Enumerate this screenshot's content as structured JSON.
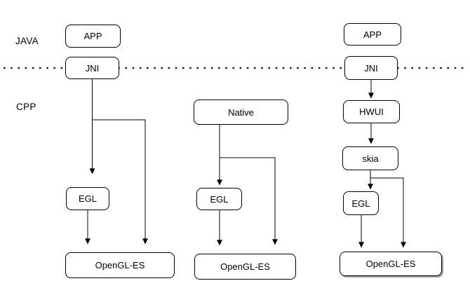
{
  "layers": {
    "java": "JAVA",
    "cpp": "CPP"
  },
  "columns": [
    {
      "nodes": [
        {
          "id": "app",
          "label": "APP"
        },
        {
          "id": "jni",
          "label": "JNI"
        },
        {
          "id": "egl",
          "label": "EGL"
        },
        {
          "id": "opengl-es",
          "label": "OpenGL-ES"
        }
      ]
    },
    {
      "nodes": [
        {
          "id": "native",
          "label": "Native"
        },
        {
          "id": "egl",
          "label": "EGL"
        },
        {
          "id": "opengl-es",
          "label": "OpenGL-ES"
        }
      ]
    },
    {
      "nodes": [
        {
          "id": "app",
          "label": "APP"
        },
        {
          "id": "jni",
          "label": "JNI"
        },
        {
          "id": "hwui",
          "label": "HWUI"
        },
        {
          "id": "skia",
          "label": "skia"
        },
        {
          "id": "egl",
          "label": "EGL"
        },
        {
          "id": "opengl-es",
          "label": "OpenGL-ES"
        }
      ]
    }
  ],
  "edges": [
    {
      "from": "col1.jni",
      "to": "col1.egl"
    },
    {
      "from": "col1.jni",
      "to": "col1.opengl-es"
    },
    {
      "from": "col1.egl",
      "to": "col1.opengl-es"
    },
    {
      "from": "col2.native",
      "to": "col2.egl"
    },
    {
      "from": "col2.native",
      "to": "col2.opengl-es"
    },
    {
      "from": "col2.egl",
      "to": "col2.opengl-es"
    },
    {
      "from": "col3.jni",
      "to": "col3.hwui"
    },
    {
      "from": "col3.hwui",
      "to": "col3.skia"
    },
    {
      "from": "col3.skia",
      "to": "col3.egl"
    },
    {
      "from": "col3.skia",
      "to": "col3.opengl-es"
    },
    {
      "from": "col3.egl",
      "to": "col3.opengl-es"
    }
  ],
  "colors": {
    "node_fill": "#ffffff",
    "node_border": "#000000",
    "text": "#000000",
    "divider_dots": "#1f1f1f"
  }
}
